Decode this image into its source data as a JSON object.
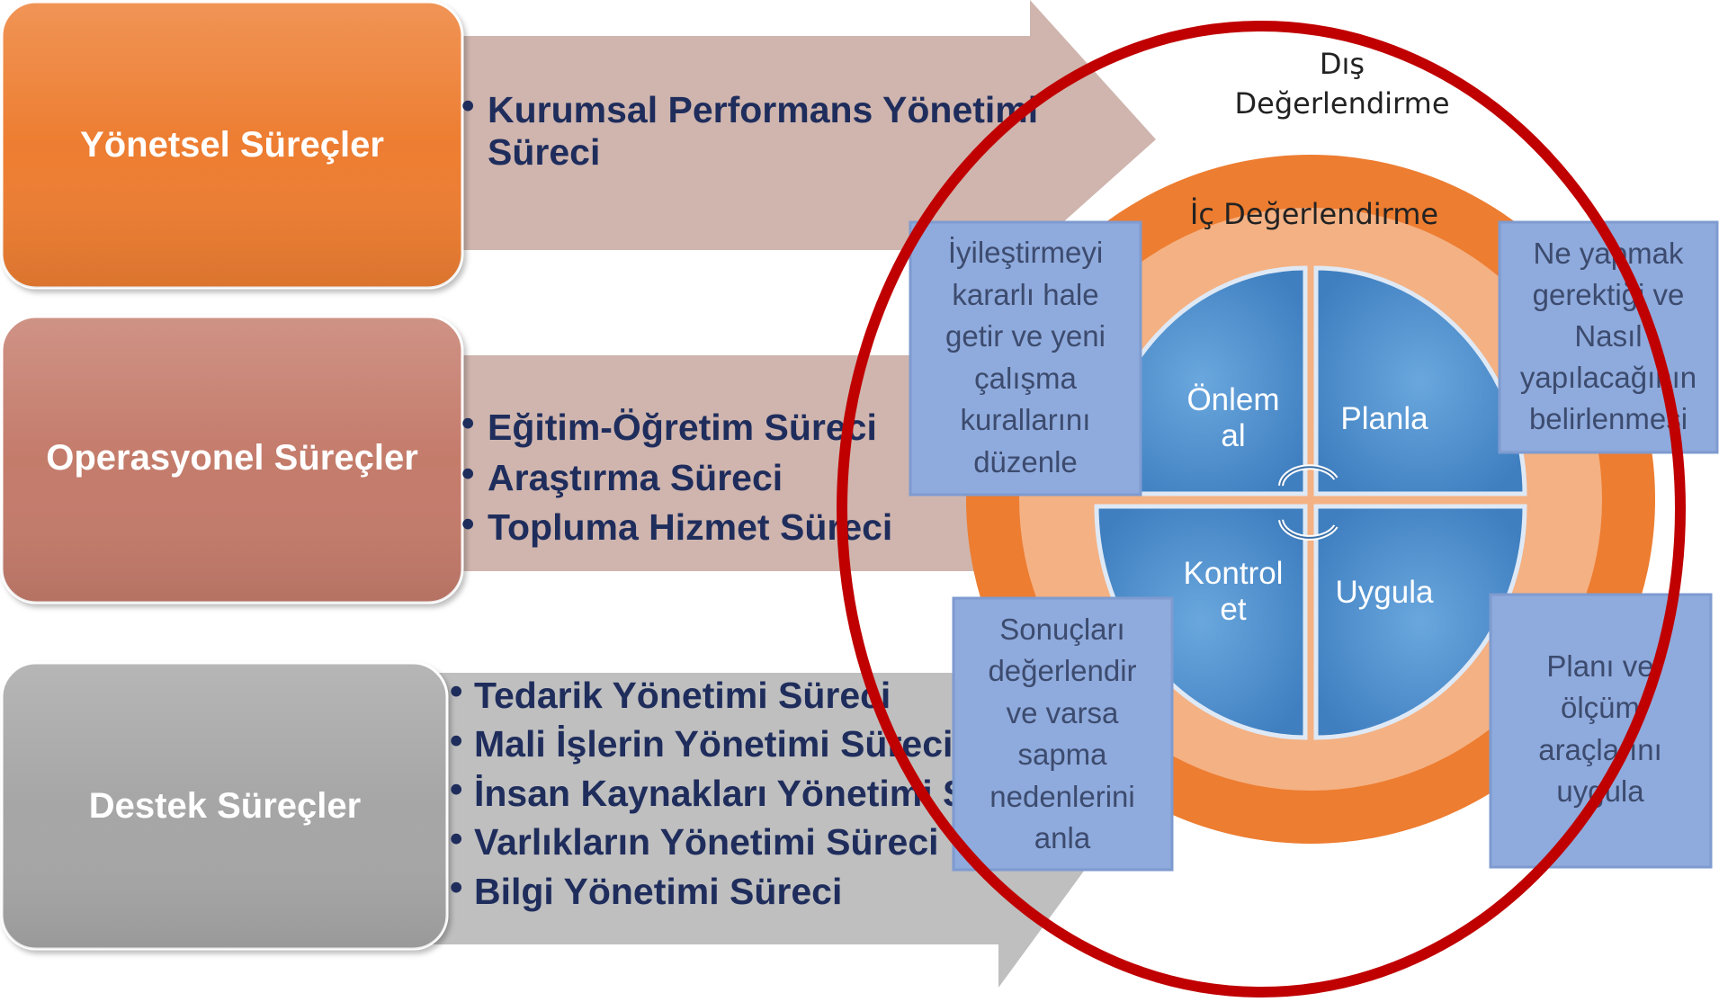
{
  "process_groups": [
    {
      "label": "Yönetsel Süreçler",
      "box_color": "#ed7d31",
      "arrow_color": "#cfb5ae",
      "items": [
        "Kurumsal Performans Yönetimi",
        "Süreci"
      ]
    },
    {
      "label": "Operasyonel Süreçler",
      "box_color": "#c47b6b",
      "arrow_color": "#cfb5ae",
      "items": [
        "Eğitim-Öğretim Süreci",
        "Araştırma  Süreci",
        "Topluma Hizmet Süreci"
      ]
    },
    {
      "label": "Destek Süreçler",
      "box_color": "#a6a6a6",
      "arrow_color": "#bfbfbf",
      "items": [
        "Tedarik Yönetimi Süreci",
        "Mali İşlerin Yönetimi Süreci",
        "İnsan Kaynakları Yönetimi S",
        "Varlıkların  Yönetimi Süreci",
        "Bilgi Yönetimi Süreci"
      ]
    }
  ],
  "cycle": {
    "outer_label": [
      "Dış",
      "Değerlendirme"
    ],
    "inner_label": "İç Değerlendirme",
    "quadrants": {
      "top_left": [
        "Önlem",
        "al"
      ],
      "top_right": [
        "Planla"
      ],
      "bottom_left": [
        "Kontrol",
        "et"
      ],
      "bottom_right": [
        "Uygula"
      ]
    },
    "notes": {
      "top_left": [
        "İyileştirmeyi",
        "kararlı hale",
        "getir ve  yeni",
        "çalışma",
        "kurallarını",
        "düzenle"
      ],
      "top_right": [
        "Ne yapmak",
        "gerektiği ve",
        "Nasıl",
        "yapılacağının",
        "belirlenmesi"
      ],
      "bottom_left": [
        "Sonuçları",
        "değerlendir",
        "ve varsa",
        "sapma",
        "nedenlerini",
        "anla"
      ],
      "bottom_right": [
        "Planı ve",
        "ölçüm",
        "araçlarını",
        "uygula"
      ]
    },
    "colors": {
      "outer_ring": "#ed7d31",
      "inner_ring": "#f4b183",
      "quadrant": "#5b9bd5",
      "note": "#8faadc",
      "highlight_circle": "#c00000"
    }
  }
}
